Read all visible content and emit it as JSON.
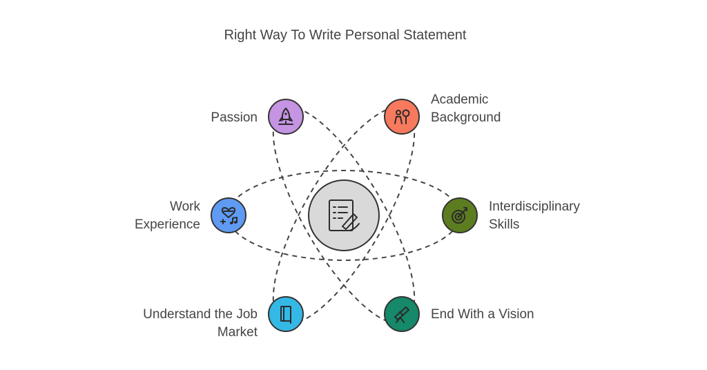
{
  "diagram": {
    "title": "Right Way To Write Personal Statement",
    "center": {
      "icon": "writing-pen-document-icon",
      "color": "#d9d9d9"
    },
    "nodes": [
      {
        "id": "passion",
        "lines": [
          "Passion"
        ],
        "icon": "rocket-launch-icon",
        "color": "#c594e3"
      },
      {
        "id": "academic-background",
        "lines": [
          "Academic",
          "Background"
        ],
        "icon": "people-location-icon",
        "color": "#f77a5e"
      },
      {
        "id": "work-experience",
        "lines": [
          "Work",
          "Experience"
        ],
        "icon": "heart-music-icon",
        "color": "#5f9bf3"
      },
      {
        "id": "interdisciplinary-skills",
        "lines": [
          "Interdisciplinary",
          "Skills"
        ],
        "icon": "target-arrow-icon",
        "color": "#5c7d1f"
      },
      {
        "id": "understand-job-market",
        "lines": [
          "Understand the Job",
          "Market"
        ],
        "icon": "book-icon",
        "color": "#34b8e6"
      },
      {
        "id": "end-with-vision",
        "lines": [
          "End With a Vision"
        ],
        "icon": "telescope-icon",
        "color": "#15896a"
      }
    ]
  }
}
